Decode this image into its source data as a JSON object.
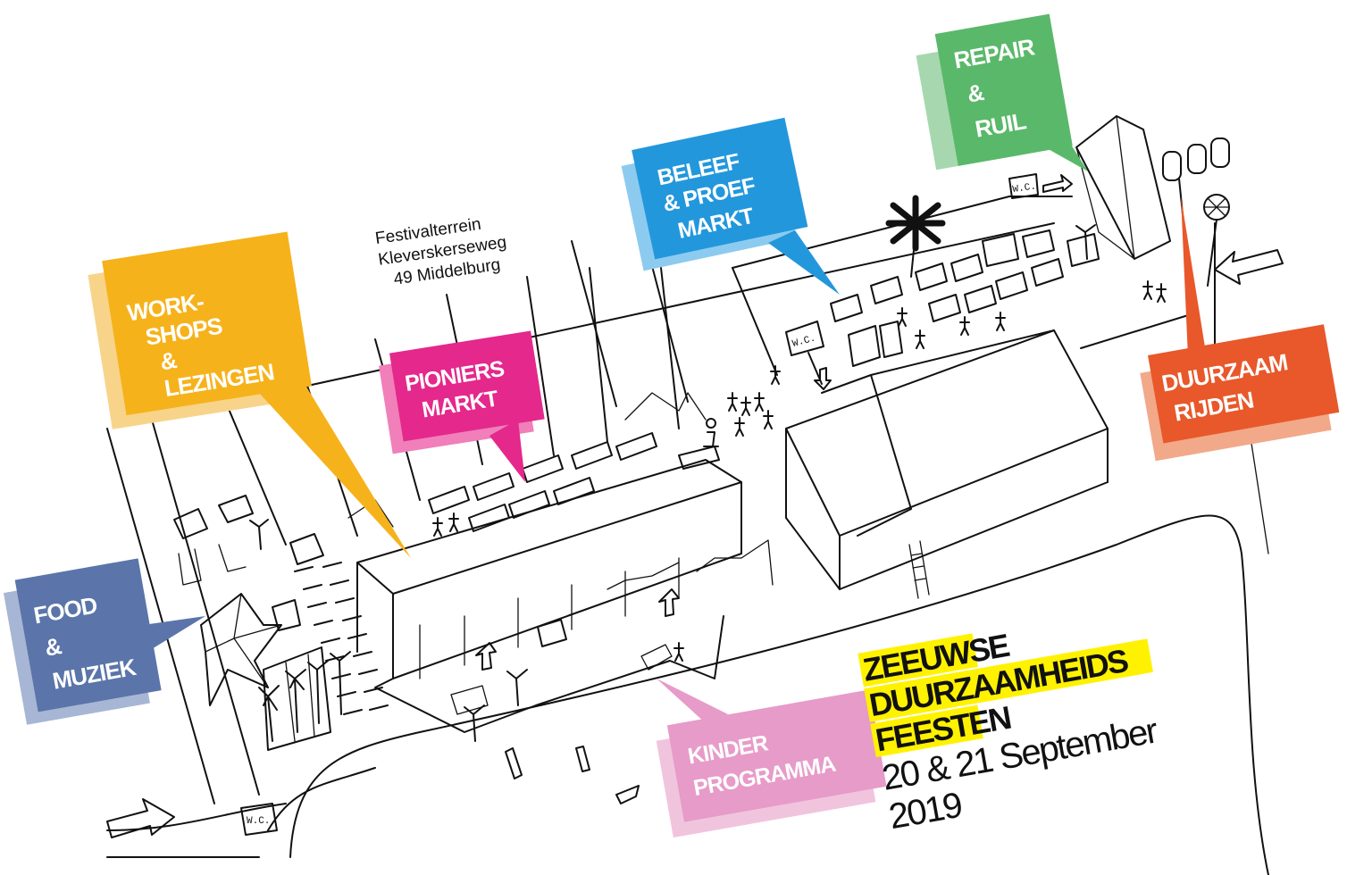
{
  "address": {
    "line1": "Festivalterrein",
    "line2": "Kleverskerseweg",
    "line3": "49 Middelburg"
  },
  "zones": {
    "workshops": {
      "line1": "WORK-",
      "line2": "SHOPS",
      "line3": "&",
      "line4": "LEZINGEN",
      "color": "#f6b21b",
      "shade": "#f8d48a"
    },
    "pioniers": {
      "line1": "PIONIERS",
      "line2": "MARKT",
      "color": "#e4288c",
      "shade": "#f07fba"
    },
    "beleef": {
      "line1": "BELEEF",
      "line2": "& PROEF",
      "line3": "MARKT",
      "color": "#2397dc",
      "shade": "#8ccbef"
    },
    "repair": {
      "line1": "REPAIR",
      "line2": "&",
      "line3": "RUIL",
      "color": "#5ab86a",
      "shade": "#a7d7ae"
    },
    "duurzaam_rijden": {
      "line1": "DUURZAAM",
      "line2": "RIJDEN",
      "color": "#e8582a",
      "shade": "#f1a98a"
    },
    "food": {
      "line1": "FOOD",
      "line2": "&",
      "line3": "MUZIEK",
      "color": "#5b75aa",
      "shade": "#a7b6d4"
    },
    "kinder": {
      "line1": "KINDER",
      "line2": "PROGRAMMA",
      "color": "#e79bc8",
      "shade": "#f1c4de"
    }
  },
  "event": {
    "title_line1": "ZEEUWSE",
    "title_line2": "DUURZAAMHEIDS",
    "title_line3": "FEESTEN",
    "dates": "20 & 21 September",
    "year": "2019",
    "highlight_color": "#fff200"
  },
  "toilets": {
    "label": "W.C."
  },
  "icons": [
    "wc-sign-icon",
    "entrance-arrow-icon",
    "info-icon",
    "windmill-icon",
    "palm-tree-icon",
    "food-truck-icon",
    "tent-icon",
    "person-icon",
    "car-icon",
    "canoe-icon"
  ]
}
